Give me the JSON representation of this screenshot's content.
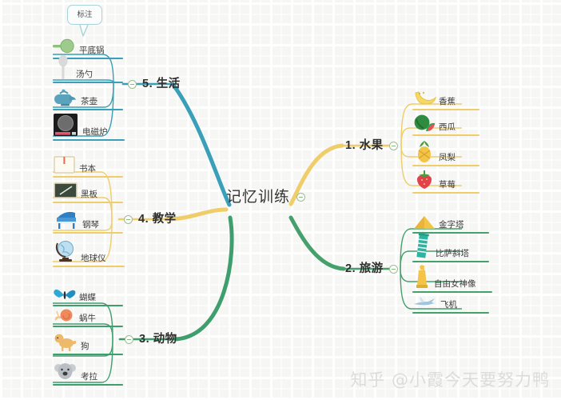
{
  "center": {
    "label": "记忆训练",
    "toggle_icon": "collapse-minus-icon"
  },
  "callout": {
    "label": "标注",
    "icon": "callout-bubble-icon"
  },
  "watermark": {
    "text": "知乎 @小霞今天要努力鸭"
  },
  "colors": {
    "life_teal": "#3a9fb8",
    "fruit_yellow": "#efcd6a",
    "teach_yellow": "#efcd6a",
    "travel_green": "#45a06c",
    "animal_green": "#3f9e6e",
    "leaf_text": "#3a3a3a",
    "background": "#f6f6f4",
    "toggle_border": "#9bbf92",
    "watermark_gray": "#dcdcdc"
  },
  "branches": [
    {
      "id": "fruit",
      "label": "1. 水果",
      "color": "#efcd6a",
      "side": "right",
      "toggle_icon": "collapse-minus-icon",
      "leaves": [
        {
          "label": "香蕉",
          "icon": "banana-icon"
        },
        {
          "label": "西瓜",
          "icon": "watermelon-icon"
        },
        {
          "label": "凤梨",
          "icon": "pineapple-icon"
        },
        {
          "label": "草莓",
          "icon": "strawberry-icon"
        }
      ]
    },
    {
      "id": "travel",
      "label": "2. 旅游",
      "color": "#45a06c",
      "side": "right",
      "toggle_icon": "collapse-minus-icon",
      "leaves": [
        {
          "label": "金字塔",
          "icon": "pyramid-icon"
        },
        {
          "label": "比萨斜塔",
          "icon": "leaning-tower-icon"
        },
        {
          "label": "自由女神像",
          "icon": "statue-of-liberty-icon"
        },
        {
          "label": "飞机",
          "icon": "airplane-icon"
        }
      ]
    },
    {
      "id": "animal",
      "label": "3. 动物",
      "color": "#3f9e6e",
      "side": "left",
      "toggle_icon": "collapse-minus-icon",
      "leaves": [
        {
          "label": "蝴蝶",
          "icon": "butterfly-icon"
        },
        {
          "label": "蜗牛",
          "icon": "snail-icon"
        },
        {
          "label": "狗",
          "icon": "dog-icon"
        },
        {
          "label": "考拉",
          "icon": "koala-icon"
        }
      ]
    },
    {
      "id": "teach",
      "label": "4. 教学",
      "color": "#efcd6a",
      "side": "left",
      "toggle_icon": "collapse-minus-icon",
      "leaves": [
        {
          "label": "书本",
          "icon": "book-icon"
        },
        {
          "label": "黑板",
          "icon": "blackboard-icon"
        },
        {
          "label": "钢琴",
          "icon": "piano-icon"
        },
        {
          "label": "地球仪",
          "icon": "globe-icon"
        }
      ]
    },
    {
      "id": "life",
      "label": "5. 生活",
      "color": "#3a9fb8",
      "side": "left",
      "toggle_icon": "collapse-minus-icon",
      "leaves": [
        {
          "label": "平底锅",
          "icon": "frying-pan-icon"
        },
        {
          "label": "汤勺",
          "icon": "soup-spoon-icon"
        },
        {
          "label": "茶壶",
          "icon": "teapot-icon"
        },
        {
          "label": "电磁炉",
          "icon": "induction-cooker-icon"
        }
      ]
    }
  ]
}
